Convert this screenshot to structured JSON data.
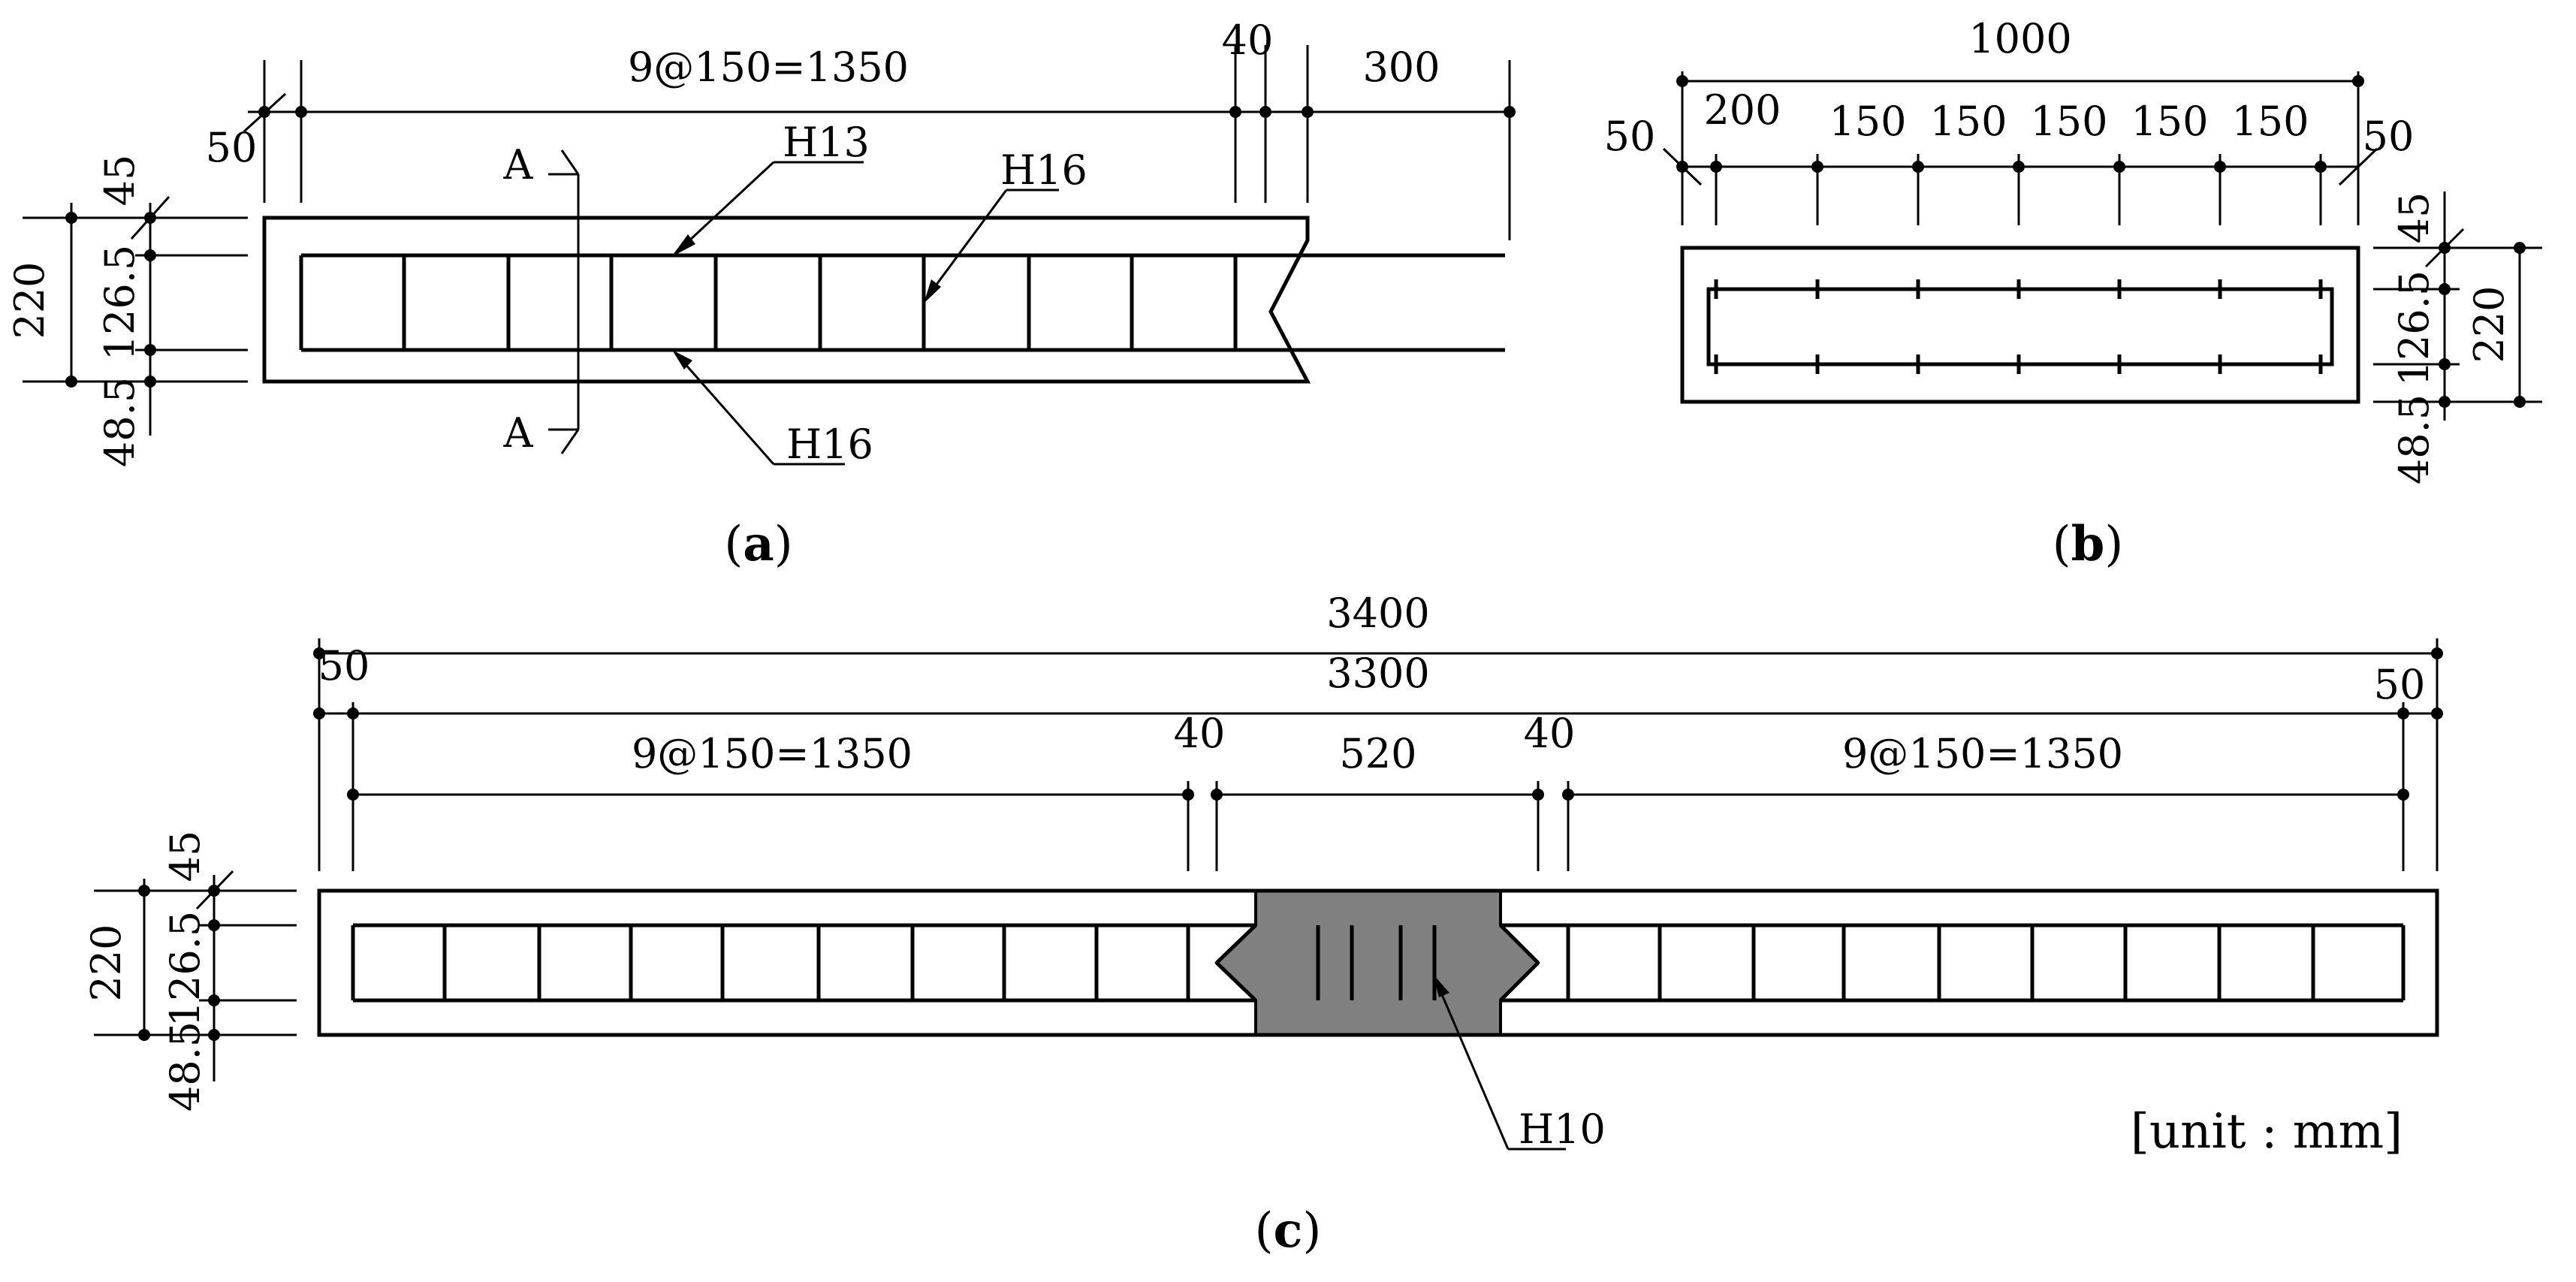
{
  "panel_a": {
    "caption_open": "(",
    "caption_letter": "a",
    "caption_close": ")",
    "dim_spacing": "9@150=1350",
    "dim_end_cover": "50",
    "dim_gap": "40",
    "dim_extension": "300",
    "dim_total_depth": "220",
    "dim_top_cover": "45",
    "dim_bar_spacing": "126.5",
    "dim_bottom_cover": "48.5",
    "section_mark": "A",
    "label_top_bar": "H13",
    "label_stirrup": "H16",
    "label_bottom_bar": "H16"
  },
  "panel_b": {
    "caption_open": "(",
    "caption_letter": "b",
    "caption_close": ")",
    "dim_width": "1000",
    "dim_edge_left": "50",
    "dim_first_bar": "200",
    "dim_bar_spacing": [
      "150",
      "150",
      "150",
      "150",
      "150"
    ],
    "dim_edge_right": "50",
    "dim_top_cover": "45",
    "dim_bar_spacing_v": "126.5",
    "dim_bottom_cover": "48.5",
    "dim_depth": "220"
  },
  "panel_c": {
    "caption_open": "(",
    "caption_letter": "c",
    "caption_close": ")",
    "dim_total": "3400",
    "dim_inner": "3300",
    "dim_end_left": "50",
    "dim_end_right": "50",
    "dim_spacing_left": "9@150=1350",
    "dim_gap_left": "40",
    "dim_joint": "520",
    "dim_gap_right": "40",
    "dim_spacing_right": "9@150=1350",
    "dim_total_depth": "220",
    "dim_top_cover": "45",
    "dim_bar_spacing": "126.5",
    "dim_bottom_cover": "48.5",
    "label_joint_bar": "H10",
    "joint_fill_color": "#808080"
  },
  "unit_note": "[unit : mm]"
}
